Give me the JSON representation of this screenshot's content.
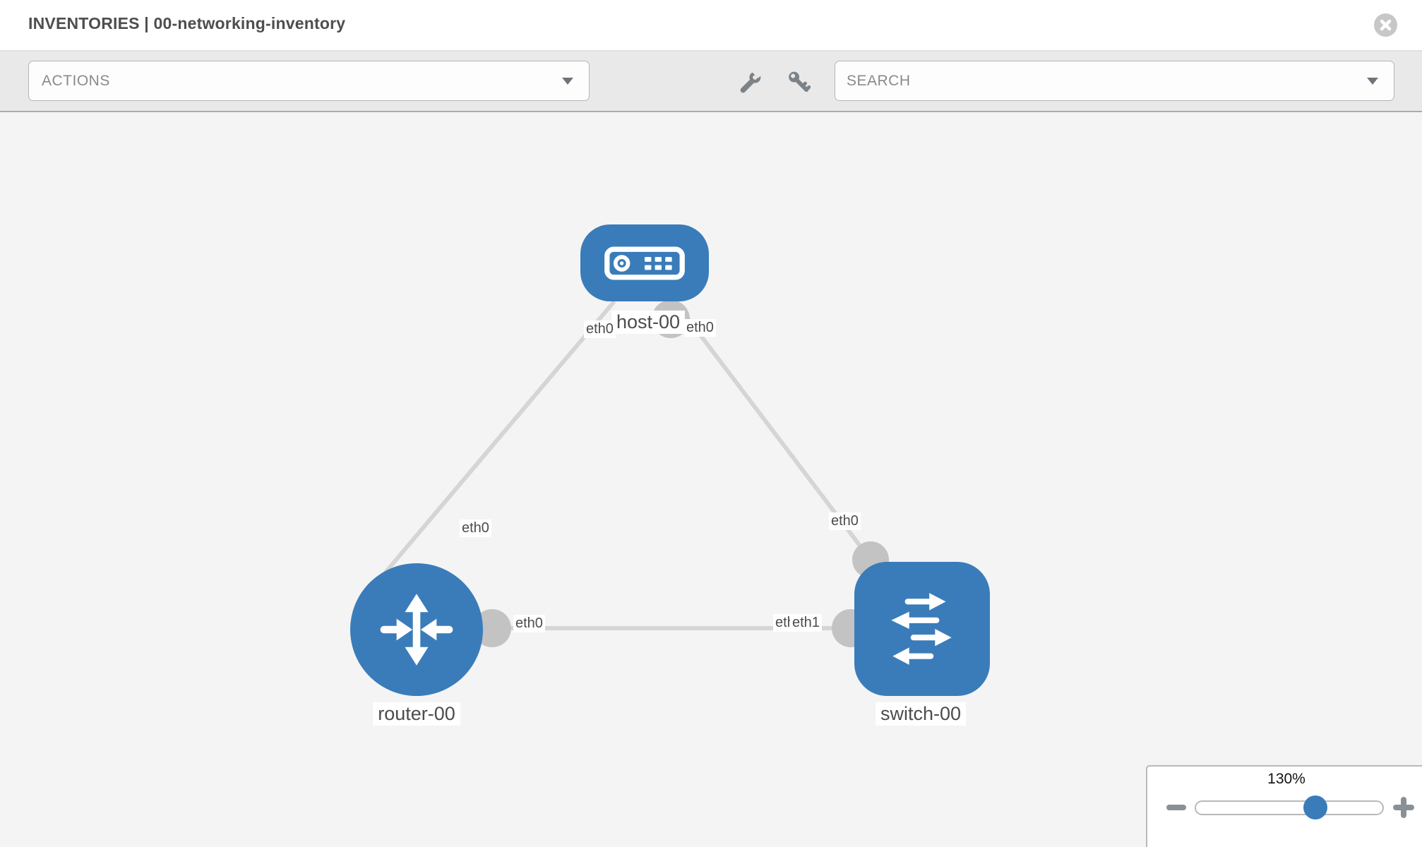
{
  "header": {
    "title": "INVENTORIES | 00-networking-inventory",
    "close_icon": "circle-x-icon"
  },
  "toolbar": {
    "actions_label": "ACTIONS",
    "search_placeholder": "SEARCH",
    "wrench_icon": "wrench-icon",
    "key_icon": "key-icon"
  },
  "topology": {
    "nodes": [
      {
        "id": "host-00",
        "type": "host",
        "label": "host-00",
        "icon": "host-icon",
        "shape": "rounded-rect"
      },
      {
        "id": "router-00",
        "type": "router",
        "label": "router-00",
        "icon": "router-icon",
        "shape": "circle"
      },
      {
        "id": "switch-00",
        "type": "switch",
        "label": "switch-00",
        "icon": "switch-icon",
        "shape": "rounded-square"
      }
    ],
    "links": [
      {
        "from": "host-00",
        "from_interface": "eth0",
        "to": "router-00",
        "to_interface": "eth0"
      },
      {
        "from": "host-00",
        "from_interface": "eth0",
        "to": "switch-00",
        "to_interface": "eth0"
      },
      {
        "from": "router-00",
        "from_interface": "eth0",
        "to": "switch-00",
        "to_interface": "eth1"
      }
    ],
    "interface_labels": [
      {
        "text": "eth0",
        "position": "host-left"
      },
      {
        "text": "eth0",
        "position": "host-right"
      },
      {
        "text": "eth0",
        "position": "router-top"
      },
      {
        "text": "eth0",
        "position": "router-right"
      },
      {
        "text": "eth0",
        "position": "switch-top"
      },
      {
        "text": "eth0",
        "position": "switch-mid-under"
      },
      {
        "text": "eth1",
        "position": "switch-mid-over"
      }
    ]
  },
  "zoom_control": {
    "level": "130%",
    "minus_icon": "minus-icon",
    "plus_icon": "plus-icon"
  },
  "colors": {
    "node_blue": "#3a7cb9",
    "link_gray": "#d5d5d5",
    "interface_gray": "#c3c3c3",
    "canvas_bg": "#f4f4f4",
    "toolbar_bg": "#e9e9e9"
  }
}
